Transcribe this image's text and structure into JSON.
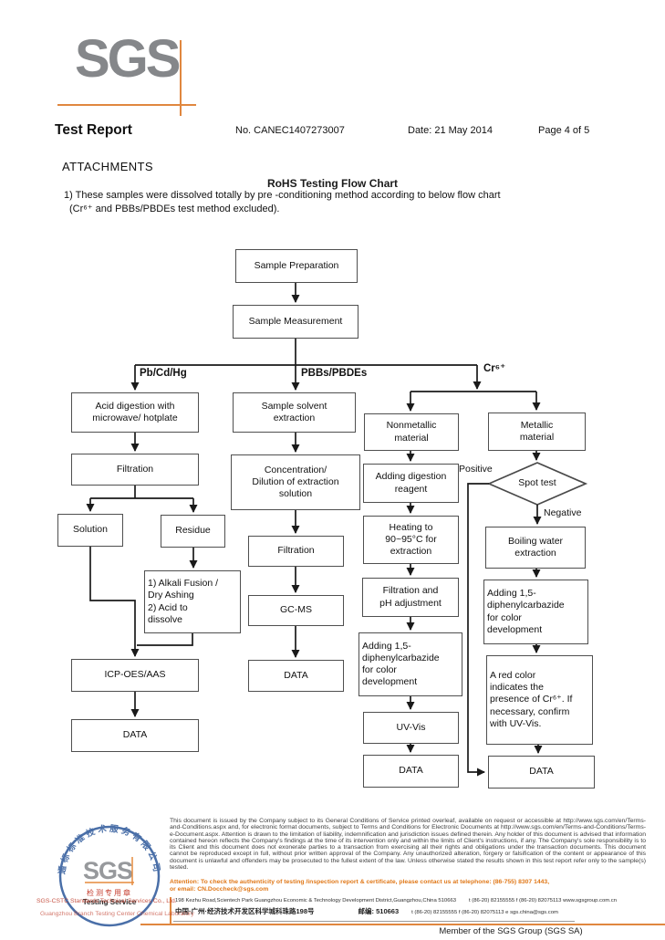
{
  "header": {
    "logo_text": "SGS",
    "title": "Test Report",
    "report_no": "No. CANEC1407273007",
    "date": "Date: 21 May 2014",
    "page": "Page 4 of 5"
  },
  "attachments": {
    "heading": "ATTACHMENTS",
    "chart_title": "RoHS Testing Flow Chart",
    "note_line1": "1) These samples were dissolved totally by pre -conditioning method according to below flow chart",
    "note_line2": "(Cr⁶⁺ and PBBs/PBDEs  test method excluded)."
  },
  "flowchart": {
    "branch_labels": {
      "left": "Pb/Cd/Hg",
      "middle": "PBBs/PBDEs",
      "right": "Cr⁶⁺"
    },
    "decision_labels": {
      "positive": "Positive",
      "negative": "Negative"
    },
    "nodes": {
      "sample_preparation": "Sample Preparation",
      "sample_measurement": "Sample Measurement",
      "acid_digestion": "Acid digestion with\nmicrowave/ hotplate",
      "filtration_pb": "Filtration",
      "solution": "Solution",
      "residue": "Residue",
      "alkali_fusion": "1) Alkali Fusion /\n    Dry Ashing\n2) Acid to\n    dissolve",
      "icp": "ICP-OES/AAS",
      "data_pb": "DATA",
      "solvent_extraction": "Sample solvent\nextraction",
      "concentration": "Concentration/\nDilution of extraction\nsolution",
      "filtration_pbb": "Filtration",
      "gcms": "GC-MS",
      "data_pbb": "DATA",
      "nonmetallic": "Nonmetallic\nmaterial",
      "metallic": "Metallic\nmaterial",
      "adding_reagent": "Adding digestion\nreagent",
      "heating": "Heating to\n90~95°C for\nextraction",
      "filtration_ph": "Filtration and\npH adjustment",
      "carbazide_nonmet": "Adding 1,5-\ndiphenylcarbazide\nfor color\ndevelopment",
      "uv_vis": "UV-Vis",
      "data_nonmet": "DATA",
      "spot_test": "Spot test",
      "boiling_water": "Boiling water\nextraction",
      "carbazide_met": "Adding 1,5-\ndiphenylcarbazide\nfor color\ndevelopment",
      "red_color_note": "A red color\nindicates the\npresence of Cr⁶⁺. If\nnecessary, confirm\nwith UV-Vis.",
      "data_met": "DATA"
    }
  },
  "footer": {
    "stamp": {
      "ring_text": "通标标准技术服务有限公司",
      "logo_text": "SGS",
      "seal_cn": "检测专用章",
      "seal_en": "Testing Service",
      "overlay_line1": "SGS-CSTC Standards Technical Services Co., Ltd.",
      "overlay_line2": "Guangzhou Branch Testing Center Chemical Laboratory"
    },
    "legal": "This document is issued by the Company subject to its General Conditions of Service printed overleaf, available on request or accessible at http://www.sgs.com/en/Terms-and-Conditions.aspx and, for electronic format documents, subject to Terms and Conditions for Electronic Documents at http://www.sgs.com/en/Terms-and-Conditions/Terms-e-Document.aspx. Attention is drawn to the limitation of liability, indemnification and jurisdiction issues defined therein. Any holder of this document is advised that information contained hereon reflects the Company's findings at the time of its intervention only and within the limits of Client's instructions, if any. The Company's sole responsibility is to its Client and this document does not exonerate parties to a transaction from exercising all their rights and obligations under the transaction documents. This document cannot be reproduced except in full, without prior written approval of the Company. Any unauthorized alteration, forgery or falsification of the content or appearance of this document is unlawful and offenders may be prosecuted to the fullest extent of the law. Unless otherwise stated the results shown in this test report refer only to the sample(s) tested.",
    "attention": "Attention: To check the authenticity of testing /inspection report & certificate, please contact us at telephone: (86-755) 8307 1443,\nor email: CN.Doccheck@sgs.com",
    "address_en": "198 Kezhu Road,Scientech Park Guangzhou Economic & Technology Development District,Guangzhou,China  510663",
    "contact_en": "t (86-20) 82155555    f (86-20) 82075113    www.sgsgroup.com.cn",
    "address_cn": "中国·广州·经济技术开发区科学城科珠路198号",
    "postcode_cn": "邮编: 510663",
    "contact_cn": "t (86-20) 82155555    f (86-20) 82075113    e  sgs.china@sgs.com",
    "member": "Member of the SGS Group (SGS SA)"
  }
}
